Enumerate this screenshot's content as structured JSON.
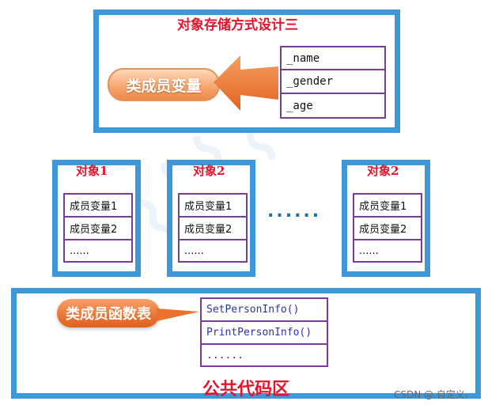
{
  "top_section": {
    "title": "对象存储方式设计三",
    "member_label": "类成员变量",
    "members": [
      "_name",
      "_gender",
      "_age"
    ]
  },
  "objects": [
    {
      "title": "对象1",
      "rows": [
        "成员变量1",
        "成员变量2",
        "......"
      ]
    },
    {
      "title": "对象2",
      "rows": [
        "成员变量1",
        "成员变量2",
        "......"
      ]
    },
    {
      "title": "对象2",
      "rows": [
        "成员变量1",
        "成员变量2",
        "......"
      ]
    }
  ],
  "separator": "......",
  "bottom_section": {
    "function_label": "类成员函数表",
    "functions": [
      "SetPersonInfo()",
      "PrintPersonInfo()",
      "......"
    ],
    "footer": "公共代码区"
  },
  "credit": "CSDN @.自定义."
}
